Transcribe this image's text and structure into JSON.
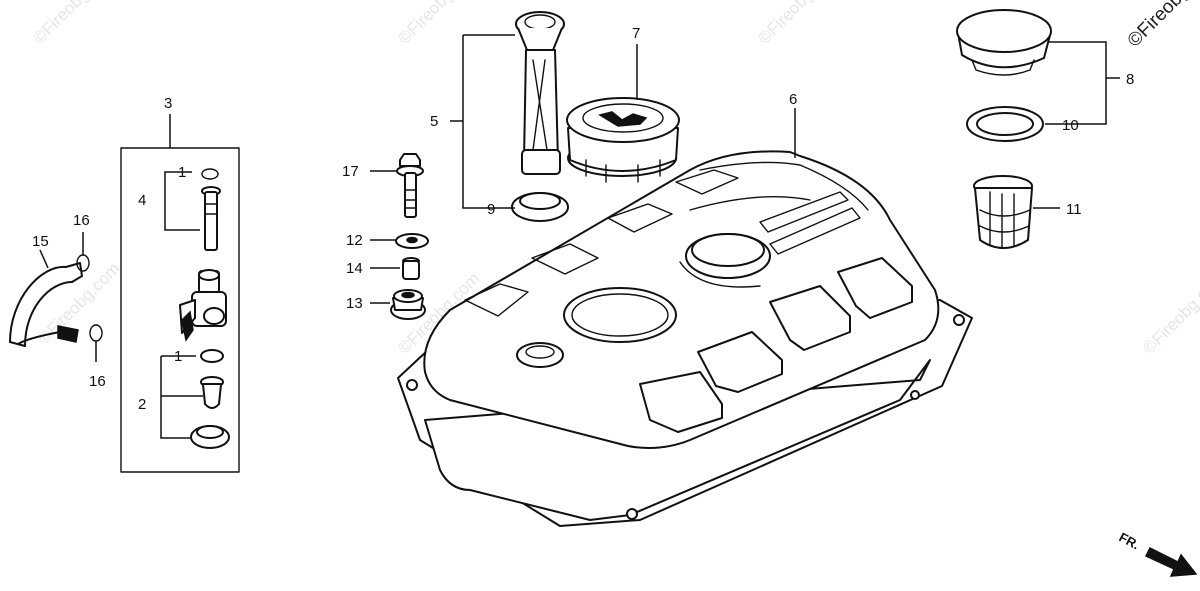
{
  "diagram": {
    "callouts": {
      "c1a": "1",
      "c1b": "1",
      "c2": "2",
      "c3": "3",
      "c4": "4",
      "c5": "5",
      "c6": "6",
      "c7": "7",
      "c8": "8",
      "c9": "9",
      "c10": "10",
      "c11": "11",
      "c12": "12",
      "c13": "13",
      "c14": "14",
      "c15": "15",
      "c16a": "16",
      "c16b": "16",
      "c17": "17"
    },
    "direction_label": "FR.",
    "watermark": "©Fireobg.com"
  }
}
